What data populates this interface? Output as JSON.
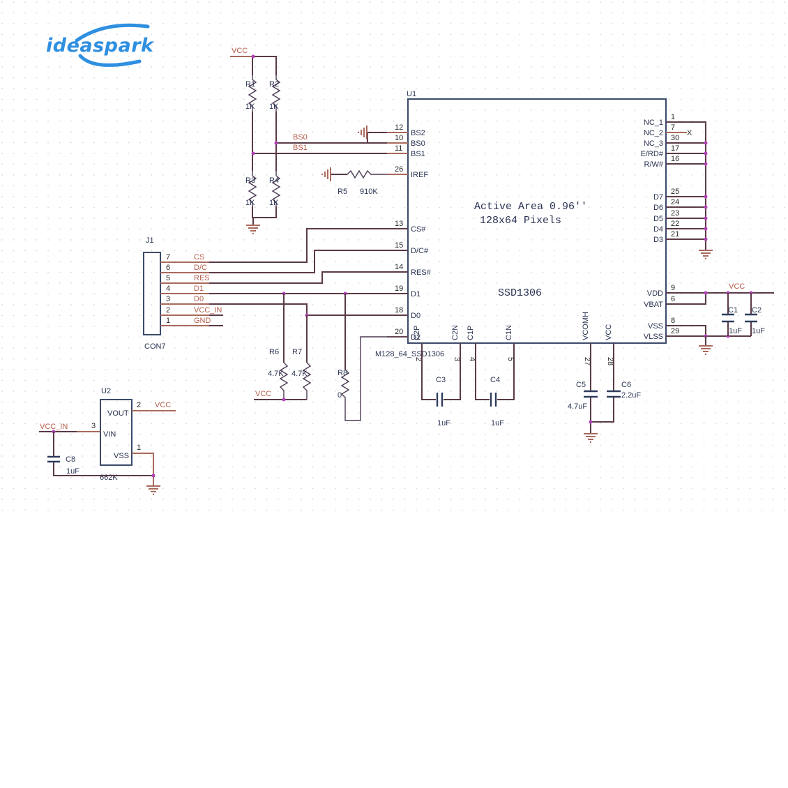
{
  "logo": {
    "text": "ideaspark",
    "color": "#2f8fe0"
  },
  "colors": {
    "net_wire": "#a86a5c",
    "wire": "#5a3a46",
    "component": "#3a4a6a",
    "junction": "#b040b8",
    "net_label": "#b65e4c"
  },
  "nets": {
    "vcc_top": "VCC",
    "bs0": "BS0",
    "bs1": "BS1",
    "vcc_right": "VCC",
    "vcc_r6r7": "VCC",
    "vcc_in": "VCC_IN",
    "vcc_u2": "VCC"
  },
  "resistors": {
    "r1": {
      "ref": "R1",
      "value": "1K"
    },
    "r2": {
      "ref": "R2",
      "value": "1K"
    },
    "r3": {
      "ref": "R3",
      "value": "1K"
    },
    "r4": {
      "ref": "R4",
      "value": "1K"
    },
    "r5": {
      "ref": "R5",
      "value": "910K"
    },
    "r6": {
      "ref": "R6",
      "value": "4.7K"
    },
    "r7": {
      "ref": "R7",
      "value": "4.7K"
    },
    "r8": {
      "ref": "R8",
      "value": "0"
    }
  },
  "capacitors": {
    "c1": {
      "ref": "C1",
      "value": "1uF"
    },
    "c2": {
      "ref": "C2",
      "value": "1uF"
    },
    "c3": {
      "ref": "C3",
      "value": "1uF"
    },
    "c4": {
      "ref": "C4",
      "value": "1uF"
    },
    "c5": {
      "ref": "C5",
      "value": "4.7uF"
    },
    "c6": {
      "ref": "C6",
      "value": "2.2uF"
    },
    "c8": {
      "ref": "C8",
      "value": "1uF"
    }
  },
  "u1": {
    "ref": "U1",
    "part": "M128_64_SSD1306",
    "title_line1": "Active Area 0.96''",
    "title_line2": "128x64 Pixels",
    "chip": "SSD1306",
    "left_pins": [
      {
        "num": "12",
        "name": "BS2"
      },
      {
        "num": "10",
        "name": "BS0"
      },
      {
        "num": "11",
        "name": "BS1"
      },
      {
        "num": "26",
        "name": "IREF"
      },
      {
        "num": "13",
        "name": "CS#"
      },
      {
        "num": "15",
        "name": "D/C#"
      },
      {
        "num": "14",
        "name": "RES#"
      },
      {
        "num": "19",
        "name": "D1"
      },
      {
        "num": "18",
        "name": "D0"
      },
      {
        "num": "20",
        "name": "D2"
      }
    ],
    "right_pins": [
      {
        "num": "1",
        "name": "NC_1"
      },
      {
        "num": "7",
        "name": "NC_2"
      },
      {
        "num": "30",
        "name": "NC_3"
      },
      {
        "num": "17",
        "name": "E/RD#"
      },
      {
        "num": "16",
        "name": "R/W#"
      },
      {
        "num": "25",
        "name": "D7"
      },
      {
        "num": "24",
        "name": "D6"
      },
      {
        "num": "23",
        "name": "D5"
      },
      {
        "num": "22",
        "name": "D4"
      },
      {
        "num": "21",
        "name": "D3"
      },
      {
        "num": "9",
        "name": "VDD"
      },
      {
        "num": "6",
        "name": "VBAT"
      },
      {
        "num": "8",
        "name": "VSS"
      },
      {
        "num": "29",
        "name": "VLSS"
      }
    ],
    "bottom_pins": [
      {
        "num": "2",
        "name": "C2P"
      },
      {
        "num": "3",
        "name": "C2N"
      },
      {
        "num": "4",
        "name": "C1P"
      },
      {
        "num": "5",
        "name": "C1N"
      },
      {
        "num": "27",
        "name": "VCOMH"
      },
      {
        "num": "28",
        "name": "VCC"
      }
    ]
  },
  "j1": {
    "ref": "J1",
    "part": "CON7",
    "pins": [
      {
        "num": "7",
        "net": "CS"
      },
      {
        "num": "6",
        "net": "D/C"
      },
      {
        "num": "5",
        "net": "RES"
      },
      {
        "num": "4",
        "net": "D1"
      },
      {
        "num": "3",
        "net": "D0"
      },
      {
        "num": "2",
        "net": "VCC_IN"
      },
      {
        "num": "1",
        "net": "GND"
      }
    ]
  },
  "u2": {
    "ref": "U2",
    "part": "662K",
    "pins": [
      {
        "num": "2",
        "name": "VOUT"
      },
      {
        "num": "3",
        "name": "VIN"
      },
      {
        "num": "1",
        "name": "VSS"
      }
    ]
  },
  "no_connect_mark": "X"
}
